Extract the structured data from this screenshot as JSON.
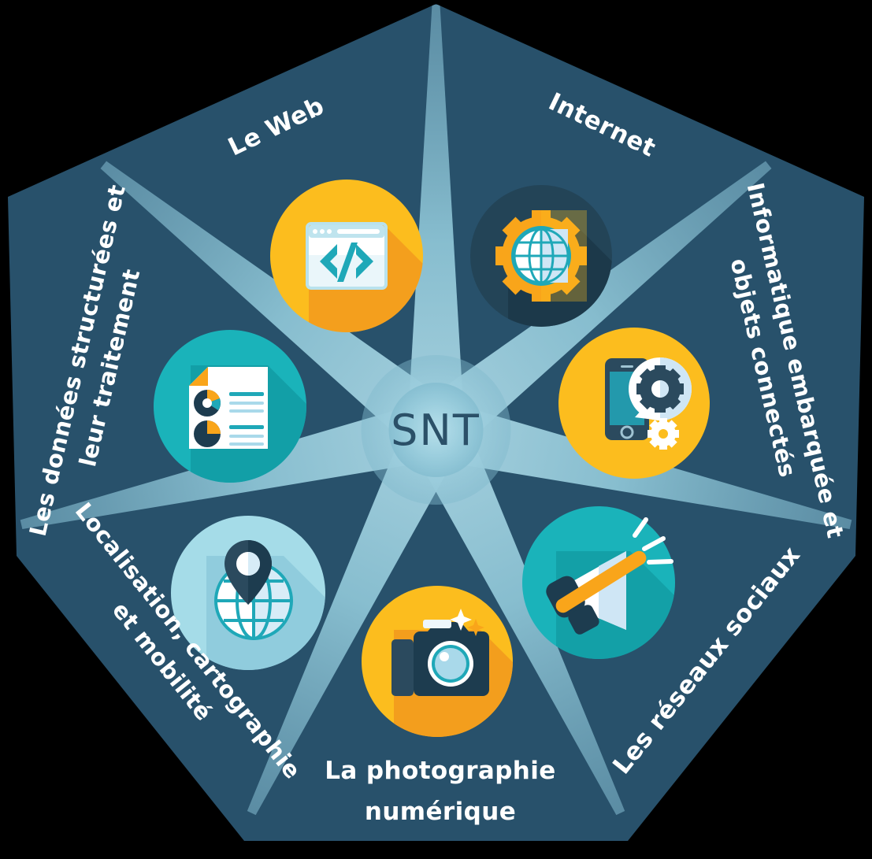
{
  "figure": {
    "center_label": "SNT",
    "shape": "heptagon",
    "background_color": "#000000",
    "panel_color": "#28516b",
    "star_color": "#8cc3d4",
    "center_text_color": "#2b5068",
    "label_color": "#ffffff"
  },
  "sectors": [
    {
      "id": "le-web",
      "label_lines": [
        "Le Web"
      ],
      "icon_name": "code-browser-icon",
      "circle_color": "#fcbd1e",
      "accent_color": "#1fa8b8",
      "angle_deg": -25.7
    },
    {
      "id": "internet",
      "label_lines": [
        "Internet"
      ],
      "icon_name": "gear-globe-icon",
      "circle_color": "#234457",
      "accent_color": "#f9a51a",
      "angle_deg": 25.7
    },
    {
      "id": "informatique-embarquee",
      "label_lines": [
        "Informatique embarquée et",
        "objets connectés"
      ],
      "icon_name": "smartphone-gear-icon",
      "circle_color": "#fcbd1e",
      "accent_color": "#2b4a5e",
      "angle_deg": 77.1
    },
    {
      "id": "reseaux-sociaux",
      "label_lines": [
        "Les réseaux sociaux"
      ],
      "icon_name": "megaphone-icon",
      "circle_color": "#1ab3ba",
      "accent_color": "#f9a51a",
      "angle_deg": -51.4
    },
    {
      "id": "photographie-numerique",
      "label_lines": [
        "La photographie",
        "numérique"
      ],
      "icon_name": "camera-icon",
      "circle_color": "#fcbd1e",
      "accent_color": "#1d3c4f",
      "angle_deg": 0
    },
    {
      "id": "localisation-cartographie",
      "label_lines": [
        "Localisation, cartographie",
        "et mobilité"
      ],
      "icon_name": "globe-pin-icon",
      "circle_color": "#a5dce8",
      "accent_color": "#1fa8b8",
      "angle_deg": 51.4
    },
    {
      "id": "donnees-structurees",
      "label_lines": [
        "Les données structurées et",
        "leur traitement"
      ],
      "icon_name": "report-document-icon",
      "circle_color": "#1ab3ba",
      "accent_color": "#f9a51a",
      "angle_deg": -77.1
    }
  ]
}
